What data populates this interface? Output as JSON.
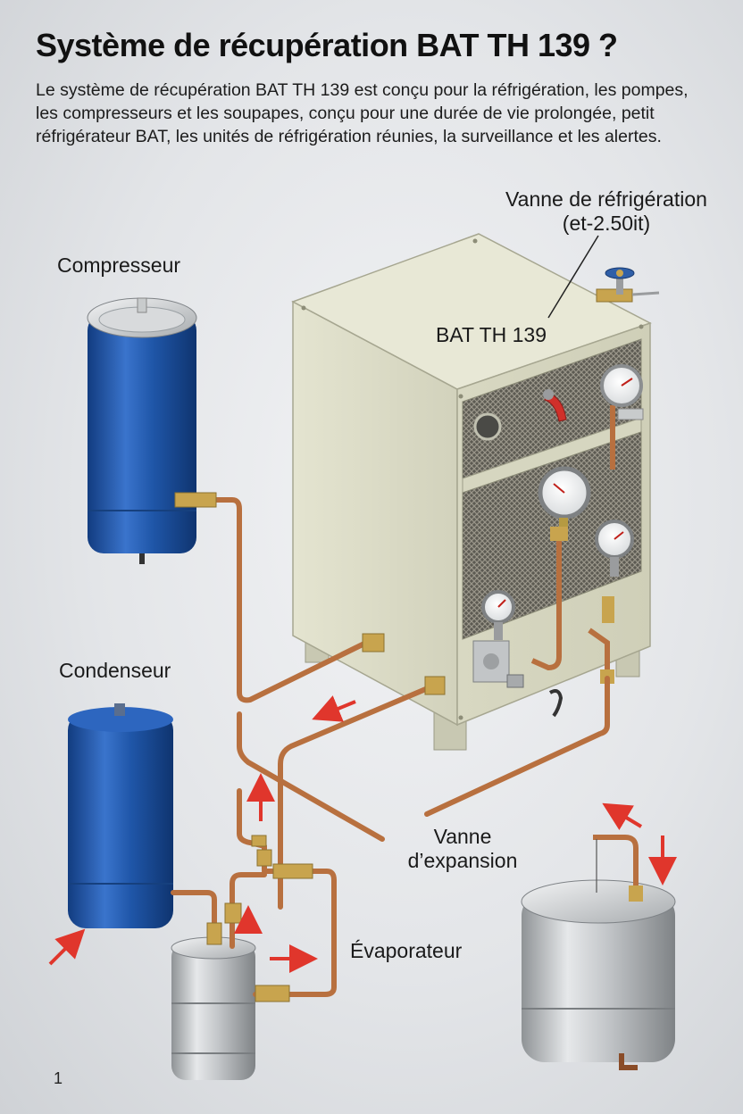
{
  "title": "Système de récupération BAT TH 139 ?",
  "intro": "Le système de récupération BAT TH 139 est conçu pour la réfrigération, les pompes, les compresseurs et les soupapes, conçu pour une durée de vie prolongée, petit réfrigérateur BAT, les unités de réfrigération réunies, la surveillance et les alertes.",
  "labels": {
    "valve_line1": "Vanne de réfrigération",
    "valve_line2": "(et-2.50it)",
    "unit": "BAT TH 139",
    "compressor": "Compresseur",
    "condenser": "Condenseur",
    "expansion_line1": "Vanne",
    "expansion_line2": "d’expansion",
    "evaporator": "Évaporateur"
  },
  "page_number": "1",
  "colors": {
    "tank_blue": "#1f56a8",
    "cabinet": "#dcdcc8",
    "copper": "#b8703f",
    "arrow_red": "#e0362c",
    "steel": "#c9ccce"
  }
}
